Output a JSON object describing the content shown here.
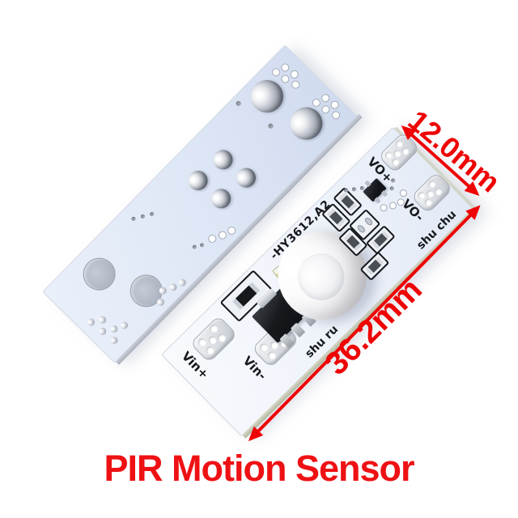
{
  "title": {
    "text": "PIR Motion Sensor"
  },
  "dimensions": {
    "width_label": "12.0mm",
    "length_label": "36.2mm"
  },
  "front_board": {
    "silkscreen_model": "-HY3612,A2",
    "labels": {
      "input_positive": "Vin+",
      "input_negative": "Vin-",
      "input_edge": "shu ru",
      "output_positive": "VO+",
      "output_negative": "VO-",
      "output_edge": "shu chu"
    },
    "components": [
      "pir-fresnel-dome-lens",
      "sot223-regulator",
      "outlined-smd-diode",
      "smd-led",
      "outlined-smd-resistors",
      "sot23-transistor",
      "solder-pads-with-holes"
    ]
  },
  "back_board": {
    "features": [
      "bare-copper-round-pads",
      "through-hole-solder-joints",
      "via-holes"
    ]
  },
  "colors": {
    "accent_red": "#ee1114",
    "pcb_front": "#eef2fa",
    "pcb_back": "#dde6f5",
    "silkscreen": "#17191d"
  }
}
